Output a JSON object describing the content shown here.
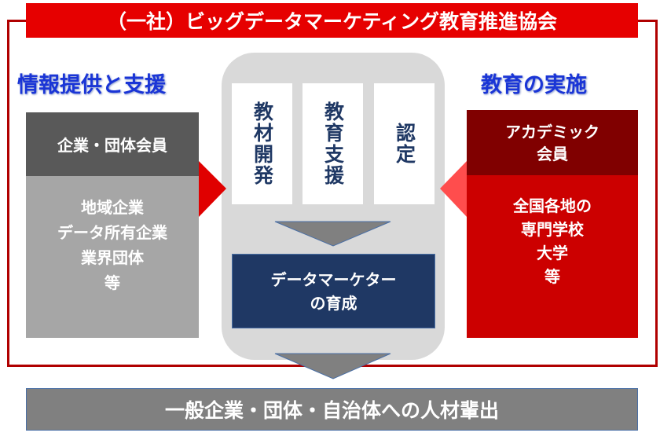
{
  "title": "（一社）ビッグデータマーケティング教育推進協会",
  "left": {
    "heading": "情報提供と支援",
    "member": "企業・団体会員",
    "examples": "地域企業\nデータ所有企業\n業界団体\n等"
  },
  "center": {
    "columns": [
      "教材開発",
      "教育支援",
      "認定"
    ],
    "result": "データマーケター\nの育成"
  },
  "right": {
    "heading": "教育の実施",
    "member": "アカデミック\n会員",
    "examples": "全国各地の\n専門学校\n大学\n等"
  },
  "bottom": "一般企業・団体・自治体への人材輩出",
  "colors": {
    "red": "#e60000",
    "dark_red": "#800000",
    "navy": "#1f3864",
    "blue": "#1a35d6"
  }
}
